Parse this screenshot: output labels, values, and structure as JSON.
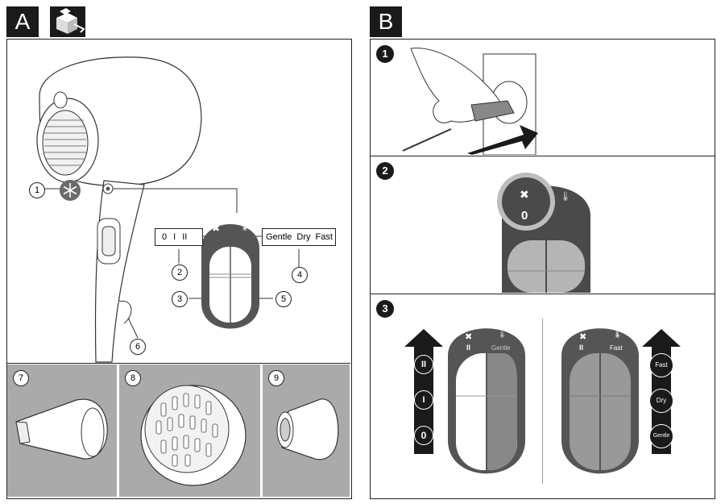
{
  "panels": {
    "a": {
      "label": "A"
    },
    "b": {
      "label": "B"
    }
  },
  "callouts": [
    "1",
    "2",
    "3",
    "4",
    "5",
    "6",
    "7",
    "8",
    "9"
  ],
  "speed_switch": {
    "positions": [
      "0",
      "I",
      "II"
    ]
  },
  "heat_switch": {
    "positions": [
      "Gentle",
      "Dry",
      "Fast"
    ]
  },
  "steps": [
    "1",
    "2",
    "3"
  ],
  "step2": {
    "off_symbol": "0"
  },
  "step3": {
    "left": {
      "indicator": "II",
      "heat_label": "Gentle",
      "speed_buttons": [
        "II",
        "I",
        "0"
      ]
    },
    "right": {
      "indicator": "II",
      "heat_label": "Fast",
      "heat_buttons": [
        "Fast",
        "Dry",
        "Gentle"
      ]
    }
  },
  "icons": [
    "unbox-icon",
    "cool-shot-snowflake-icon",
    "fan-icon",
    "thermometer-icon",
    "arrow-up-icon"
  ]
}
